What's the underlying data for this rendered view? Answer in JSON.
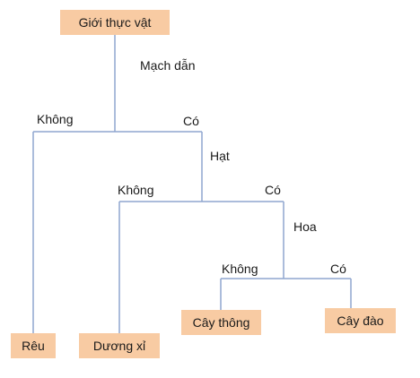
{
  "root": "Giới thực vật",
  "criteria": {
    "vascular": "Mạch dẫn",
    "seed": "Hạt",
    "flower": "Hoa"
  },
  "answers": {
    "no": "Không",
    "yes": "Có"
  },
  "leaves": {
    "moss": "Rêu",
    "fern": "Dương xỉ",
    "pine": "Cây thông",
    "peach": "Cây đào"
  },
  "colors": {
    "node_fill": "#f8cba3",
    "line": "#8fa6cf"
  }
}
